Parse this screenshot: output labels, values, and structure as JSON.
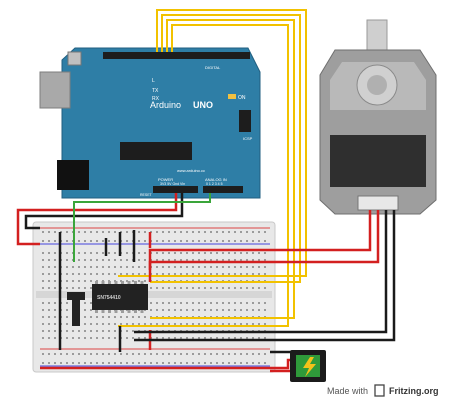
{
  "arduino": {
    "brand": "Arduino",
    "model": "UNO",
    "website": "www.arduino.cc",
    "on_label": "ON",
    "icsp_label": "ICSP",
    "digital_label": "DIGITAL",
    "power_label": "POWER",
    "analog_label": "ANALOG IN",
    "tx_label": "TX",
    "rx_label": "RX",
    "l_label": "L",
    "reset_label": "RESET",
    "power_pins": "3V3 5V Gnd Vin",
    "analog_pins": "0 1 2 3 4 5"
  },
  "chip": {
    "label": "SN754410"
  },
  "watermark": {
    "prefix": "Made with",
    "brand": "Fritzing.org"
  },
  "colors": {
    "arduino_board": "#2e7ea6",
    "breadboard": "#e6e6e6",
    "wire_red": "#d32020",
    "wire_black": "#1a1a1a",
    "wire_yellow": "#f2c200",
    "wire_green": "#3aa53a",
    "motor_body": "#9a9a9a"
  }
}
